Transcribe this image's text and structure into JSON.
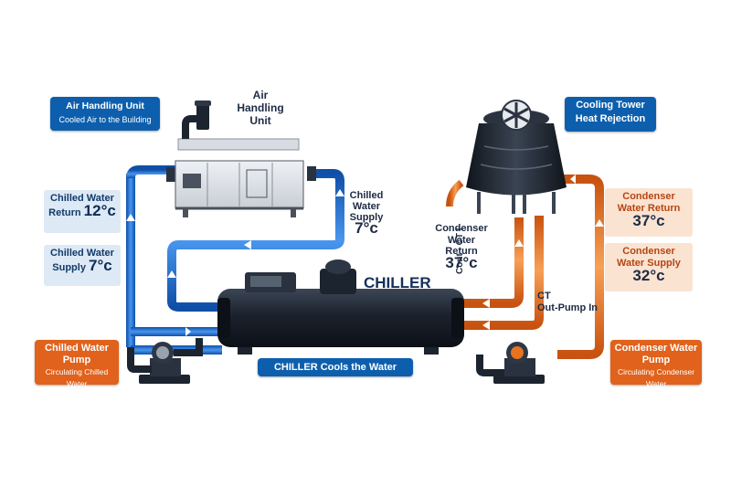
{
  "air_handling_unit": {
    "callout_title": "Air Handling Unit",
    "callout_sub": "Cooled Air to the Building",
    "label_line1": "Air",
    "label_line2": "Handling",
    "label_line3": "Unit"
  },
  "cooling_tower": {
    "callout_line1": "Cooling Tower",
    "callout_line2": "Heat Rejection"
  },
  "chilled_water_return": {
    "line1": "Chilled Water",
    "line2": "Return",
    "temp": "12°c"
  },
  "chilled_water_supply_left": {
    "line1": "Chilled Water",
    "line2": "Supply",
    "temp": "7°c"
  },
  "chilled_water_supply_right": {
    "line1": "Chilled",
    "line2": "Water",
    "line3": "Supply",
    "temp": "7°c"
  },
  "condenser_water_return_center": {
    "line1": "Condenser",
    "line2": "Water",
    "line3": "Return",
    "temp": "37°c"
  },
  "condenser_water_return_panel": {
    "line1": "Condenser",
    "line2": "Water Return",
    "temp": "37°c"
  },
  "condenser_water_supply_panel": {
    "line1": "Condenser",
    "line2": "Water Supply",
    "temp": "32°c"
  },
  "chiller": {
    "label": "CHILLER",
    "banner": "CHILLER Cools the Water"
  },
  "cont_ct_label": "Cont - CT I",
  "ct_out_pump_in": {
    "line1": "CT",
    "line2": "Out-Pump In"
  },
  "chilled_water_pump": {
    "line1": "Chilled Water",
    "line2": "Pump",
    "sub": "Circulating Chilled Water"
  },
  "condenser_water_pump": {
    "line1": "Condenser Water",
    "line2": "Pump",
    "sub": "Circulating Condenser Water"
  },
  "colors": {
    "chilled_pipe": "#1f6fd1",
    "condenser_pipe": "#e8731f",
    "callout_blue": "#0d5fae",
    "callout_orange": "#e0621c",
    "equipment": "#1c2430"
  }
}
